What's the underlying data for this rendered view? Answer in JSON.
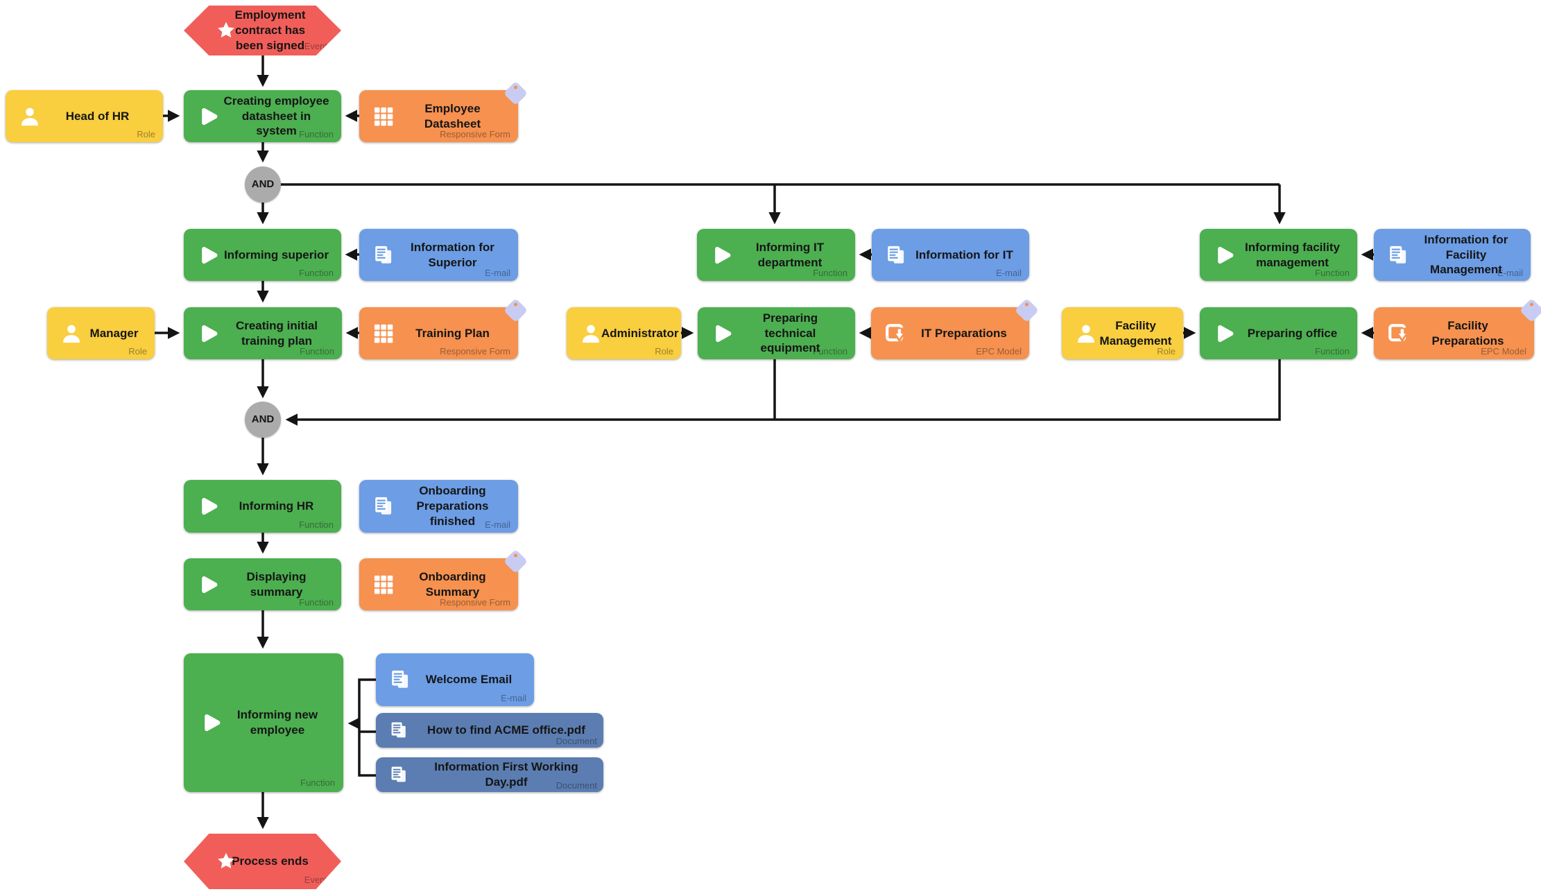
{
  "nodes": {
    "ev_start": {
      "label": "Employment contract has been signed",
      "type": "Event"
    },
    "role_hr": {
      "label": "Head of HR",
      "type": "Role"
    },
    "fn_datasheet": {
      "label": "Creating employee datasheet in system",
      "type": "Function"
    },
    "form_datasheet": {
      "label": "Employee Datasheet",
      "type": "Responsive Form"
    },
    "and1": {
      "label": "AND"
    },
    "fn_superior": {
      "label": "Informing superior",
      "type": "Function"
    },
    "mail_superior": {
      "label": "Information for Superior",
      "type": "E-mail"
    },
    "fn_it": {
      "label": "Informing IT department",
      "type": "Function"
    },
    "mail_it": {
      "label": "Information for IT",
      "type": "E-mail"
    },
    "fn_facility": {
      "label": "Informing facility management",
      "type": "Function"
    },
    "mail_facility": {
      "label": "Information for Facility Management",
      "type": "E-mail"
    },
    "role_manager": {
      "label": "Manager",
      "type": "Role"
    },
    "fn_training": {
      "label": "Creating initial training plan",
      "type": "Function"
    },
    "form_training": {
      "label": "Training Plan",
      "type": "Responsive Form"
    },
    "role_admin": {
      "label": "Administrator",
      "type": "Role"
    },
    "fn_equipment": {
      "label": "Preparing technical equipment",
      "type": "Function"
    },
    "epc_it": {
      "label": "IT Preparations",
      "type": "EPC Model"
    },
    "role_facility": {
      "label": "Facility Management",
      "type": "Role"
    },
    "fn_office": {
      "label": "Preparing office",
      "type": "Function"
    },
    "epc_facility": {
      "label": "Facility Preparations",
      "type": "EPC Model"
    },
    "and2": {
      "label": "AND"
    },
    "fn_hr": {
      "label": "Informing HR",
      "type": "Function"
    },
    "mail_onboarding": {
      "label": "Onboarding Preparations finished",
      "type": "E-mail"
    },
    "fn_summary": {
      "label": "Displaying summary",
      "type": "Function"
    },
    "form_summary": {
      "label": "Onboarding Summary",
      "type": "Responsive Form"
    },
    "fn_employee": {
      "label": "Informing new employee",
      "type": "Function"
    },
    "mail_welcome": {
      "label": "Welcome Email",
      "type": "E-mail"
    },
    "doc_acme": {
      "label": "How to find ACME office.pdf",
      "type": "Document"
    },
    "doc_firstday": {
      "label": "Information First Working Day.pdf",
      "type": "Document"
    },
    "ev_end": {
      "label": "Process ends",
      "type": "Event"
    }
  },
  "colors": {
    "event": "#F15E59",
    "function": "#4CAF50",
    "role": "#F9CE3F",
    "responsive_form": "#F6914F",
    "email": "#6C9DE5",
    "document": "#5B7DB1",
    "epc_model": "#F6914F",
    "gateway": "#ABABAB",
    "wire": "#141414",
    "tag": "#C9CCF2",
    "background": "#FFFFFF"
  }
}
